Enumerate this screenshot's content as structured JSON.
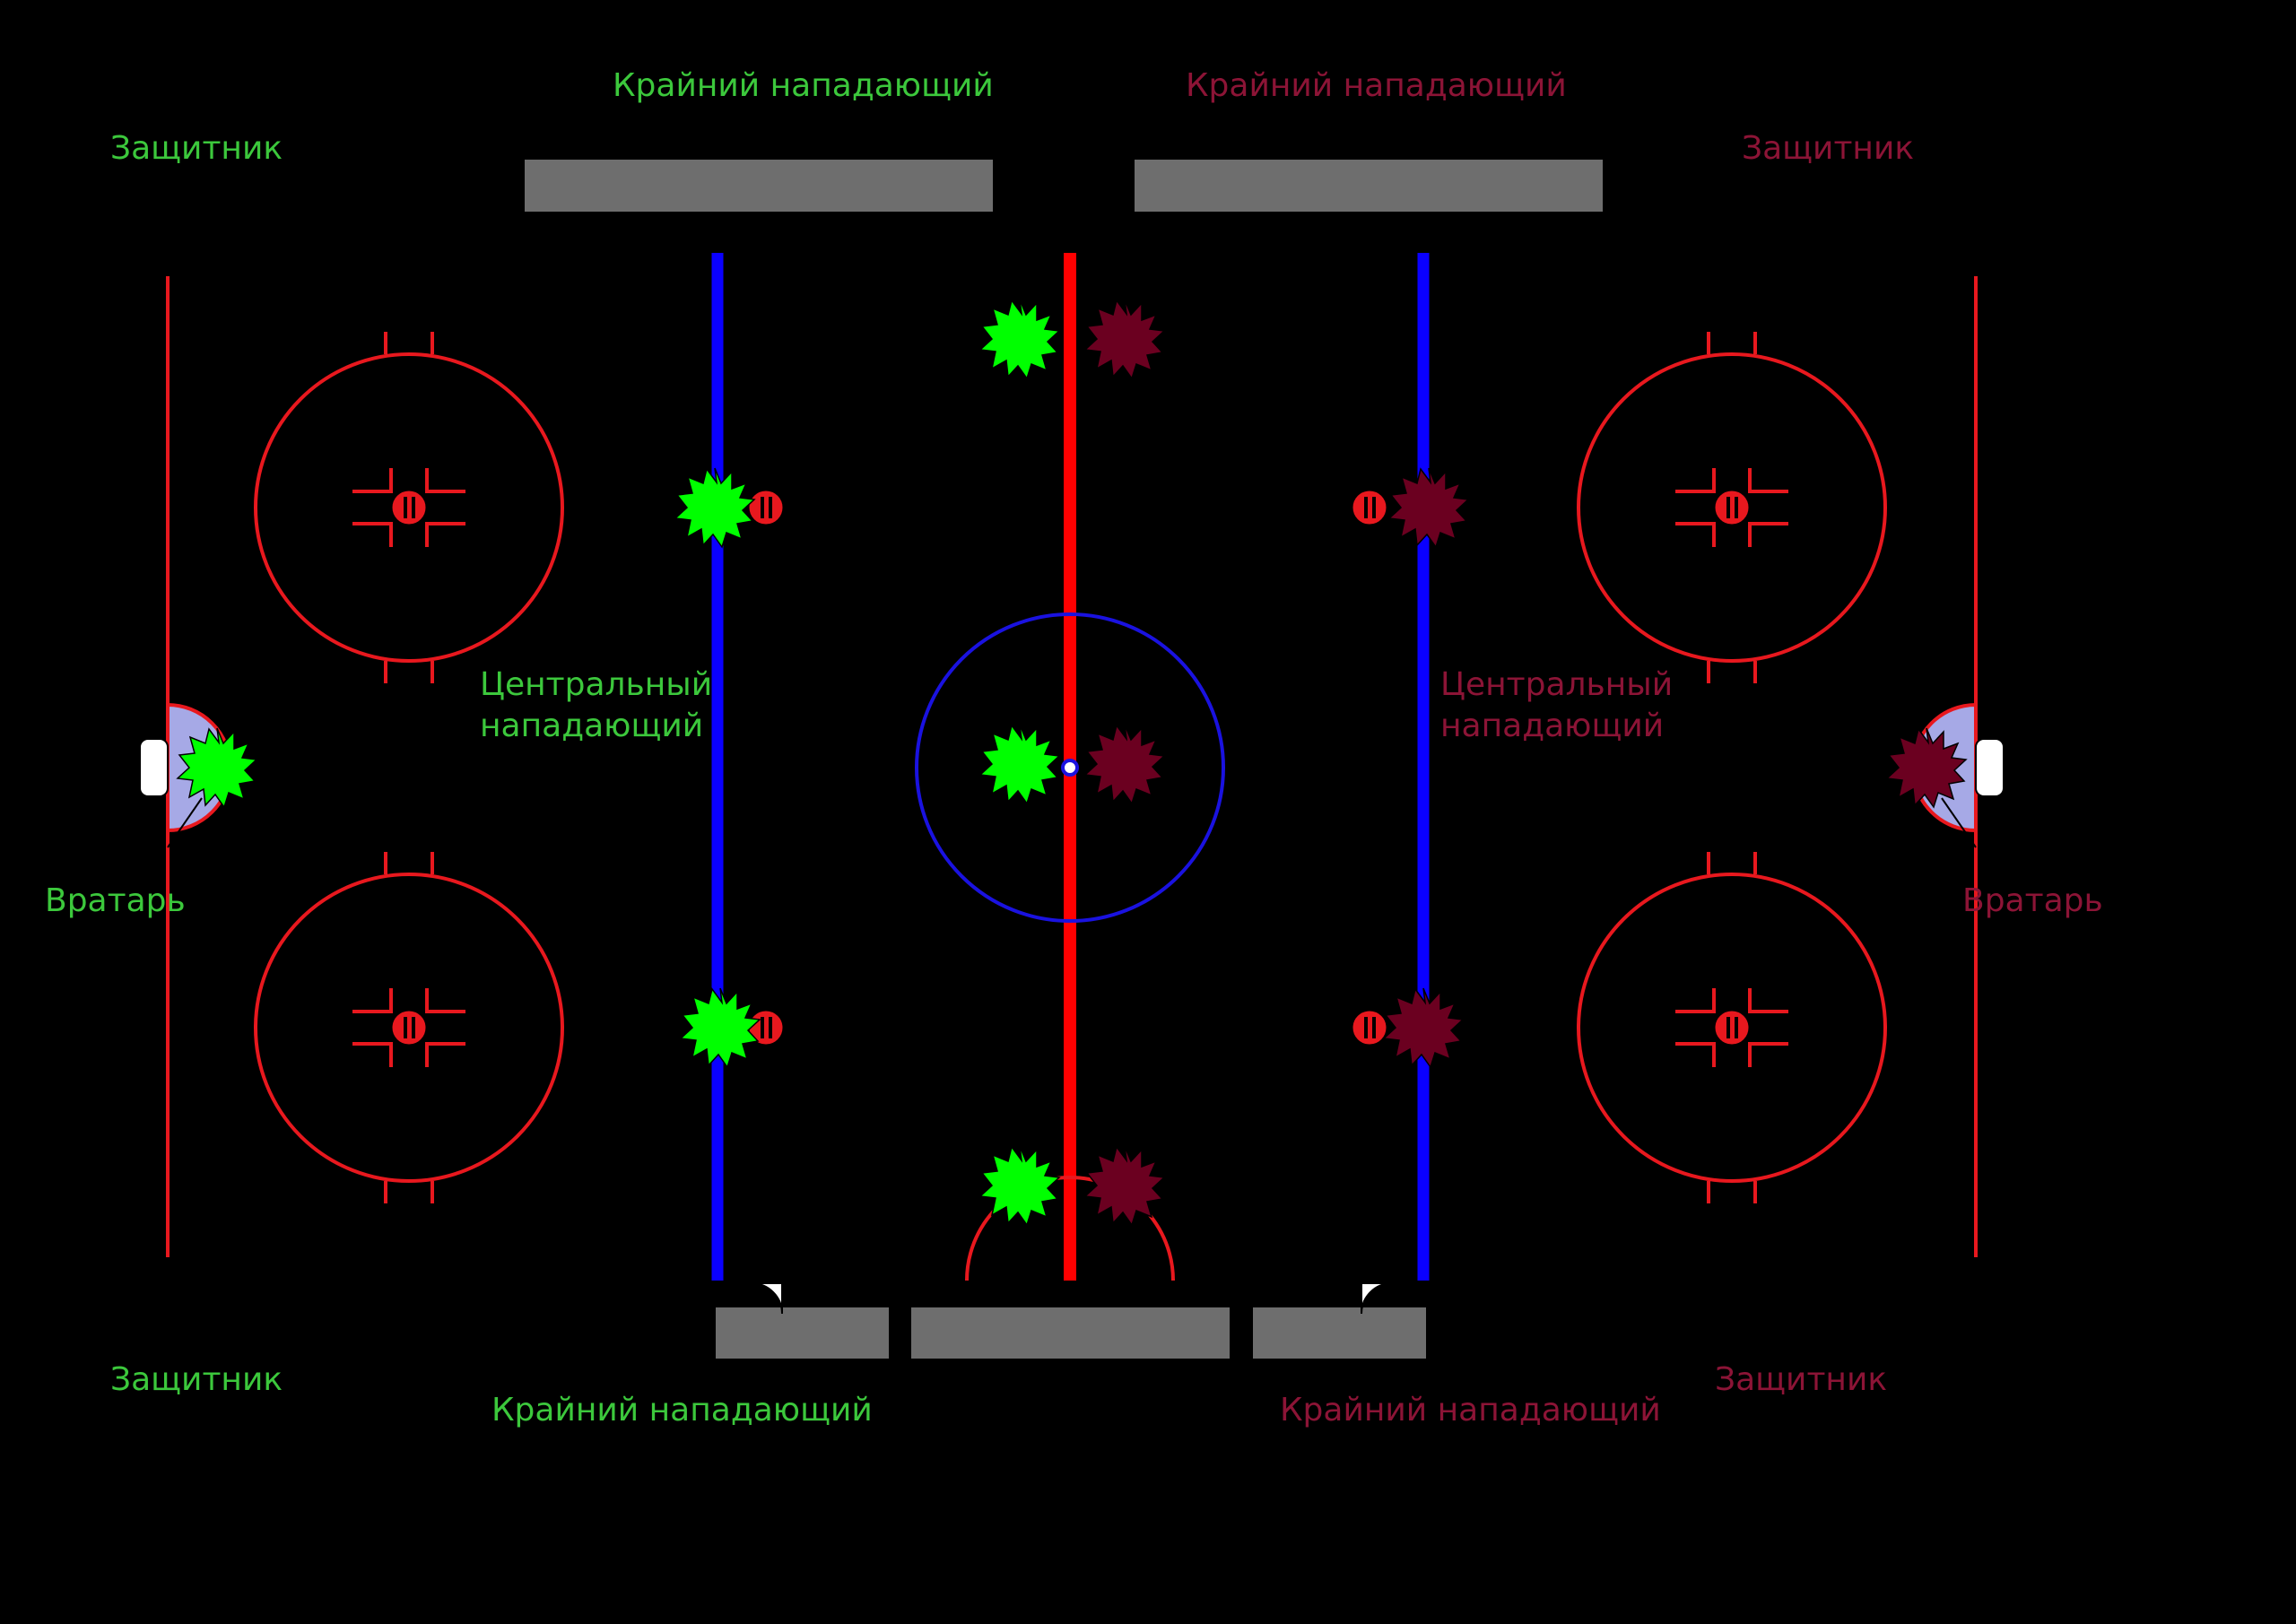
{
  "colors": {
    "background": "#000000",
    "rink_red": "#e8181e",
    "center_red": "#ff0000",
    "blue_line": "#0a00ff",
    "center_circle": "#1a12e0",
    "bench": "#6e6e6e",
    "crease": "#a6a9e6",
    "team_green": "#00ff00",
    "team_green_text": "#3cc83c",
    "team_red": "#6b0020",
    "team_red_text": "#8c1436"
  },
  "team_green": {
    "wing_top": "Крайний нападающий",
    "defense_top": "Защитник",
    "center": [
      "Центральный",
      "нападающий"
    ],
    "goalie": "Вратарь",
    "defense_bottom": "Защитник",
    "wing_bottom": "Крайний нападающий"
  },
  "team_red": {
    "wing_top": "Крайний нападающий",
    "defense_top": "Защитник",
    "center": [
      "Центральный",
      "нападающий"
    ],
    "goalie": "Вратарь",
    "defense_bottom": "Защитник",
    "wing_bottom": "Крайний нападающий"
  },
  "icons": {
    "player": "star-burst-icon",
    "faceoff_dot": "faceoff-dot-icon",
    "goal": "goal-net-icon"
  }
}
